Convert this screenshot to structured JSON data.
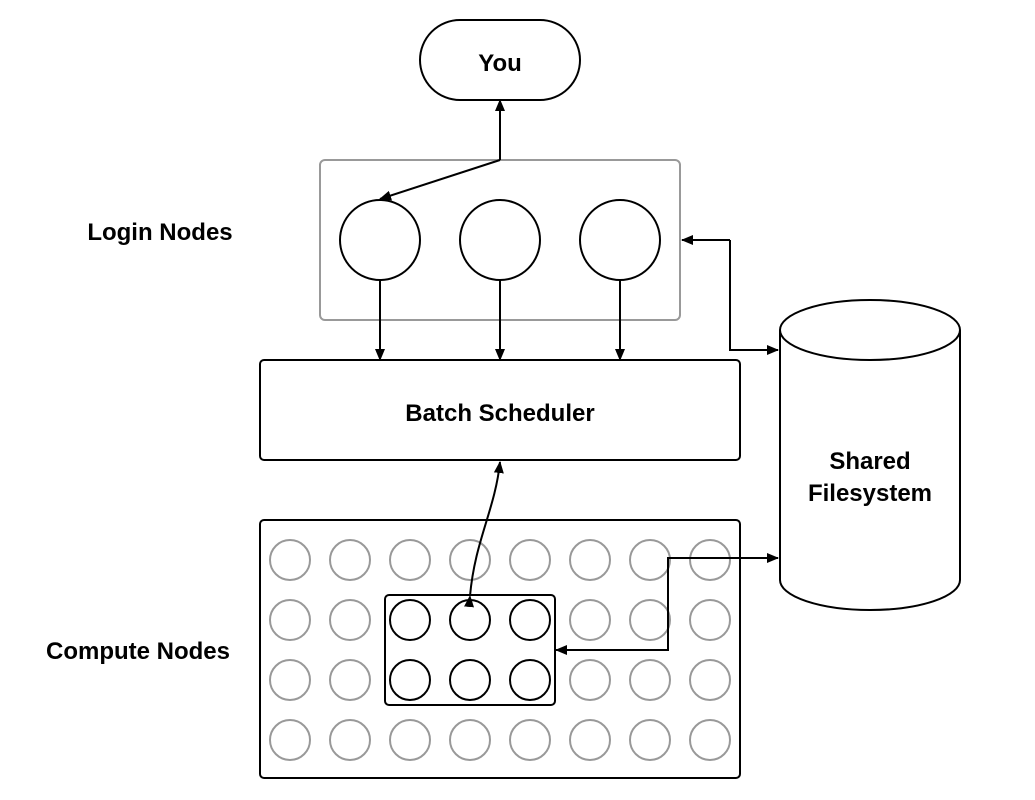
{
  "labels": {
    "you": "You",
    "login_nodes": "Login Nodes",
    "batch_scheduler": "Batch Scheduler",
    "shared_filesystem_line1": "Shared",
    "shared_filesystem_line2": "Filesystem",
    "compute_nodes": "Compute Nodes"
  },
  "colors": {
    "stroke": "#000000",
    "group_border": "#999999",
    "idle_node": "#999999",
    "background": "#ffffff"
  },
  "compute_grid": {
    "rows": 4,
    "cols": 8
  },
  "allocated_nodes": {
    "rows": 2,
    "cols": 3
  }
}
